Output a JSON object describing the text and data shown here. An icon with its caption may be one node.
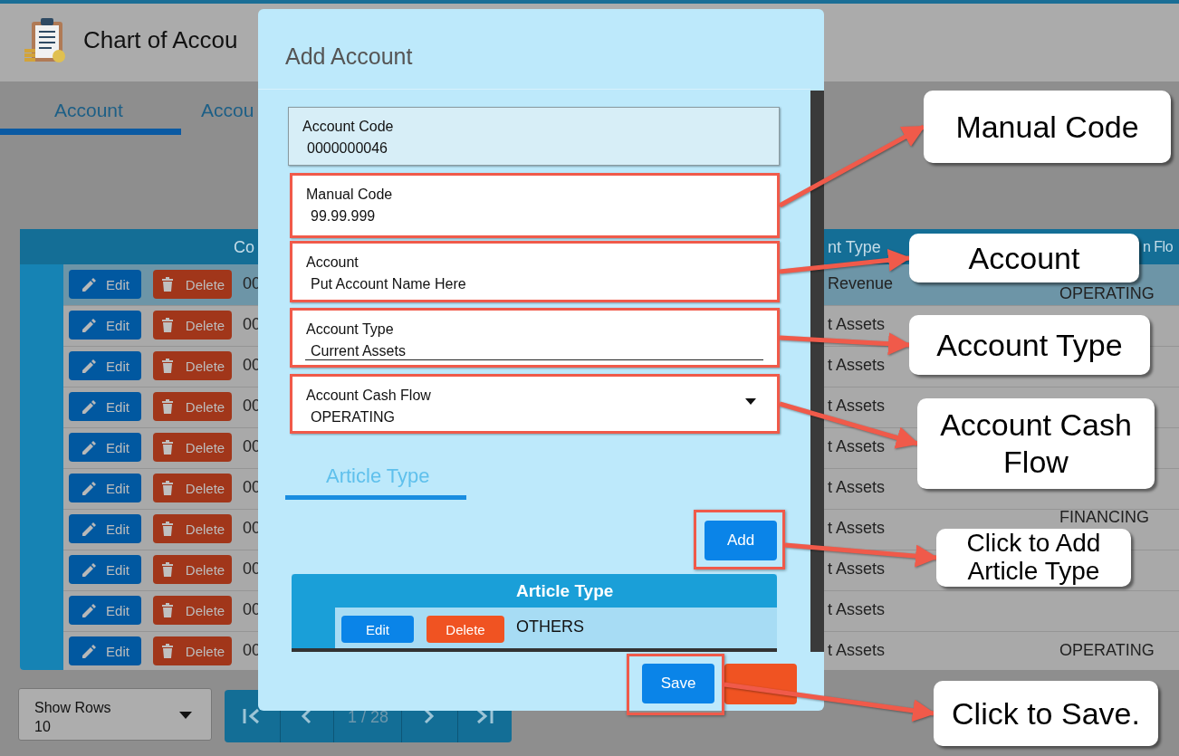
{
  "diagram": {
    "nodes": [
      {
        "text": [
          "Add Account"
        ]
      },
      {
        "text": [
          "Account Code",
          "0000000046"
        ],
        "in": 0
      },
      {
        "text": [
          "Manual Code",
          "99.99.999"
        ],
        "in": 0
      },
      {
        "text": [
          "Account",
          "Put Account Name Here"
        ],
        "in": 0
      },
      {
        "text": [
          "Account Type",
          "Current Assets"
        ],
        "in": 0
      },
      {
        "text": [
          "Account Cash Flow",
          "OPERATING"
        ],
        "in": 0
      },
      {
        "text": [
          "Add"
        ],
        "in": 0
      },
      {
        "text": [
          "Save"
        ],
        "in": 0
      },
      {
        "text": [
          "Manual Code"
        ]
      },
      {
        "text": [
          "Account"
        ]
      },
      {
        "text": [
          "Account Type"
        ]
      },
      {
        "text": [
          "Account Cash Flow"
        ]
      },
      {
        "text": [
          "Click to Add Article Type"
        ]
      },
      {
        "text": [
          "Click to Save."
        ]
      }
    ],
    "edges": [
      {
        "from": 2,
        "to": 8,
        "arrow": "to"
      },
      {
        "from": 3,
        "to": 9,
        "arrow": "to"
      },
      {
        "from": 4,
        "to": 10,
        "arrow": "to"
      },
      {
        "from": 5,
        "to": 11,
        "arrow": "to"
      },
      {
        "from": 6,
        "to": 12,
        "arrow": "to"
      },
      {
        "from": 7,
        "to": 13,
        "arrow": "to"
      }
    ],
    "labels": [
      "Chart of Accou",
      "Account",
      "Accou",
      "Co",
      "nt Type",
      "n Flo",
      "Edit",
      "Delete",
      "00",
      "Revenue",
      "OPERATING",
      "Edit",
      "Delete",
      "00",
      "t Assets",
      "Edit",
      "Delete",
      "00",
      "t Assets",
      "Edit",
      "Delete",
      "00",
      "t Assets",
      "Edit",
      "Delete",
      "00",
      "t Assets",
      "Edit",
      "Delete",
      "00",
      "t Assets",
      "Edit",
      "Delete",
      "00",
      "t Assets",
      "FINANCING",
      "Edit",
      "Delete",
      "00",
      "t Assets",
      "Edit",
      "Delete",
      "00",
      "t Assets",
      "Edit",
      "Delete",
      "00",
      "t Assets",
      "OPERATING",
      "Article Type",
      "Article Type",
      "Edit",
      "Delete",
      "OTHERS",
      "Show Rows",
      "10",
      "1 / 28"
    ]
  }
}
